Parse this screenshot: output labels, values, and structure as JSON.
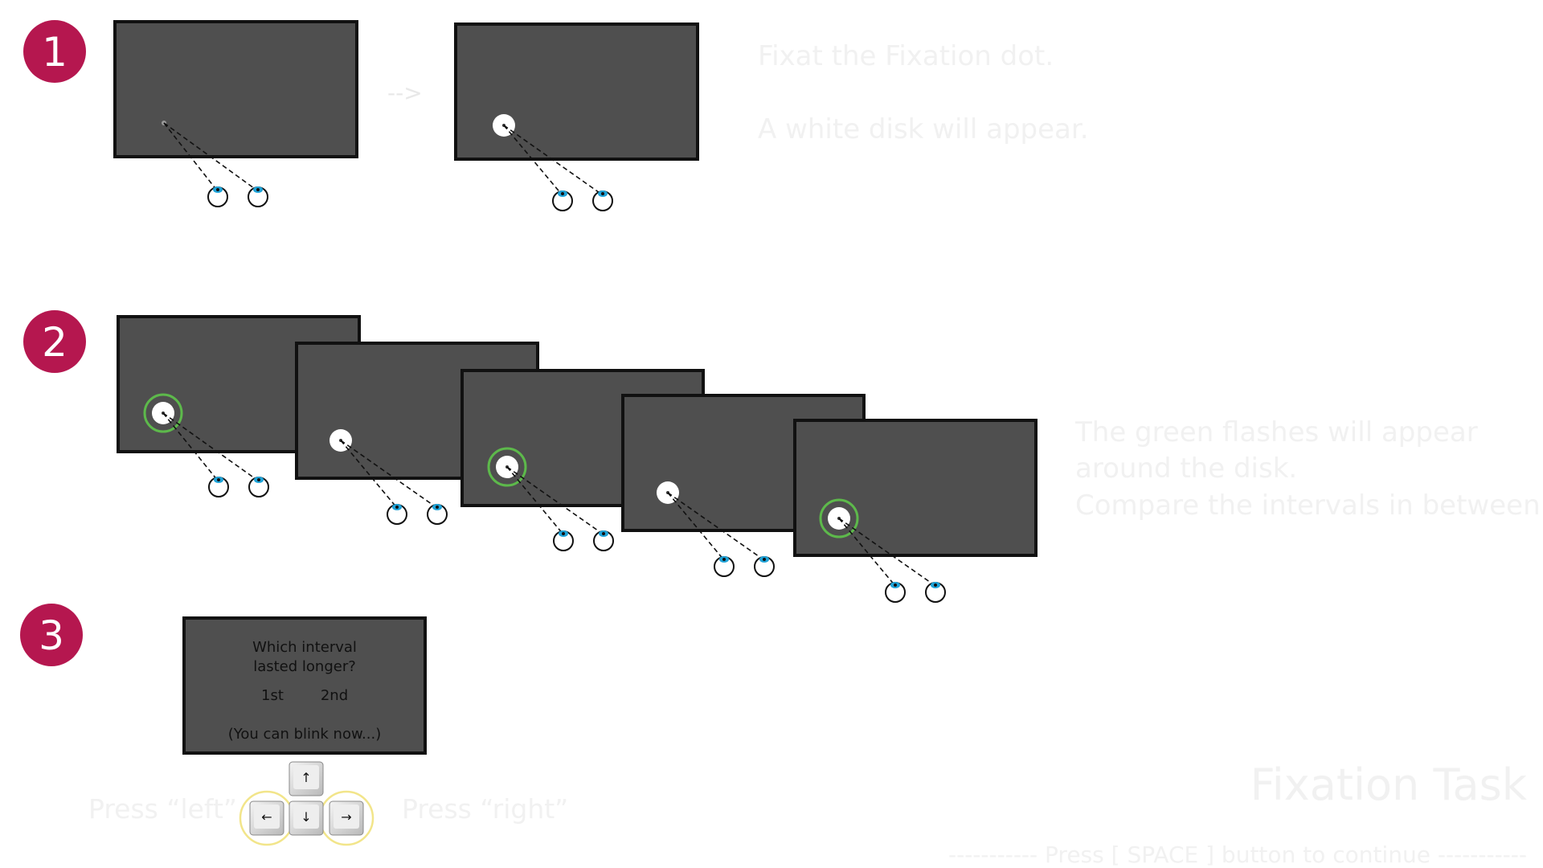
{
  "steps": [
    {
      "number": "1",
      "color": "#B5174F"
    },
    {
      "number": "2",
      "color": "#B5174F"
    },
    {
      "number": "3",
      "color": "#B5174F"
    }
  ],
  "step1": {
    "arrow": "-->",
    "line1": "Fixat the Fixation dot.",
    "line2": "A white disk will appear."
  },
  "step2": {
    "line1": "The green flashes will appear",
    "line2": "around the disk.",
    "line3": "Compare the intervals in between."
  },
  "step3": {
    "question_line1": "Which interval",
    "question_line2": "lasted longer?",
    "option_first": "1st",
    "option_second": "2nd",
    "blink_note": "(You can blink now...)",
    "press_left": "Press “left”",
    "press_right": "Press “right”",
    "keys": {
      "up": "↑",
      "left": "←",
      "down": "↓",
      "right": "→"
    }
  },
  "title": "Fixation Task",
  "footer": "----------- Press [ SPACE ] button to continue -----------",
  "colors": {
    "screen": "#4F4F4F",
    "flash_ring": "#5DB94B",
    "pupil": "#1FA3D8",
    "faint_text": "#F1F1F1",
    "key_highlight": "#F2E58A"
  }
}
